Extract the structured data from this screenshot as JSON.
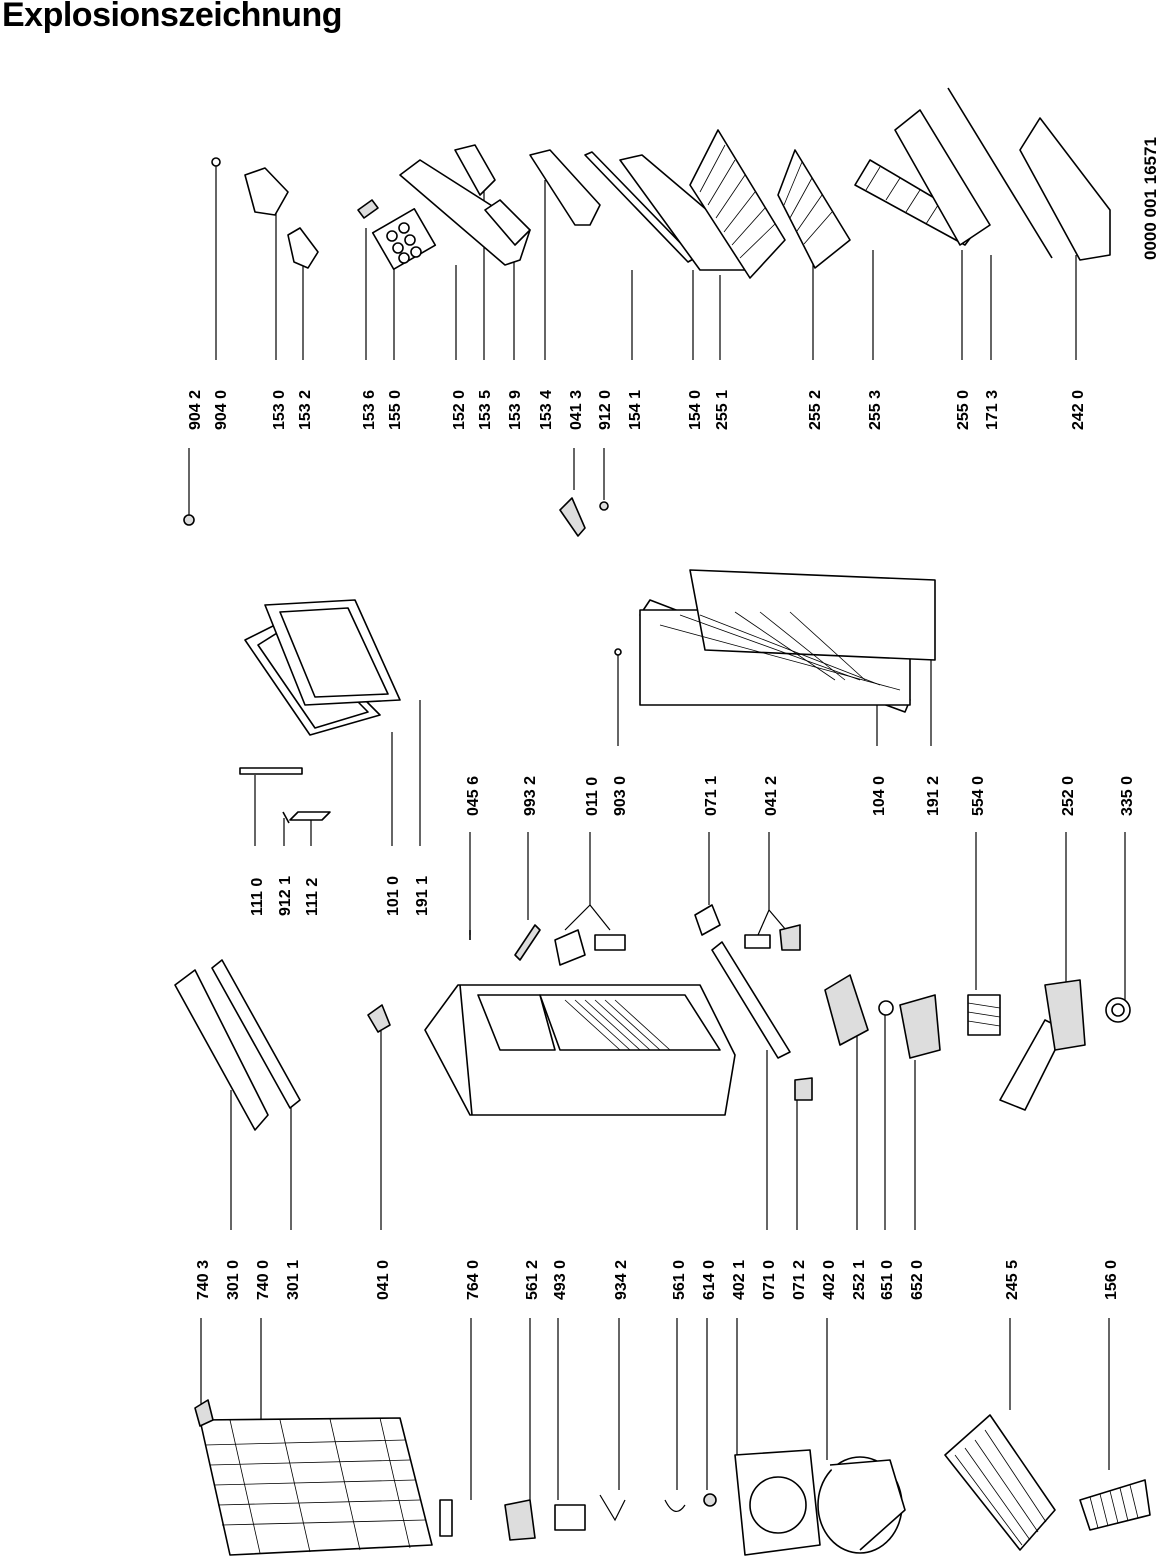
{
  "title": "Explosionszeichnung",
  "document_number": "0000 001 16571",
  "labels": [
    {
      "id": "l01",
      "text": "904 2"
    },
    {
      "id": "l02",
      "text": "904 0"
    },
    {
      "id": "l03",
      "text": "153 0"
    },
    {
      "id": "l04",
      "text": "153 2"
    },
    {
      "id": "l05",
      "text": "153 6"
    },
    {
      "id": "l06",
      "text": "155 0"
    },
    {
      "id": "l07",
      "text": "152 0"
    },
    {
      "id": "l08",
      "text": "153 5"
    },
    {
      "id": "l09",
      "text": "153 9"
    },
    {
      "id": "l10",
      "text": "153 4"
    },
    {
      "id": "l11",
      "text": "041 3"
    },
    {
      "id": "l12",
      "text": "912 0"
    },
    {
      "id": "l13",
      "text": "154 1"
    },
    {
      "id": "l14",
      "text": "154 0"
    },
    {
      "id": "l15",
      "text": "255 1"
    },
    {
      "id": "l16",
      "text": "255 2"
    },
    {
      "id": "l17",
      "text": "255 3"
    },
    {
      "id": "l18",
      "text": "255 0"
    },
    {
      "id": "l19",
      "text": "171 3"
    },
    {
      "id": "l20",
      "text": "242 0"
    },
    {
      "id": "l21",
      "text": "111 0"
    },
    {
      "id": "l22",
      "text": "912 1"
    },
    {
      "id": "l23",
      "text": "111 2"
    },
    {
      "id": "l24",
      "text": "101 0"
    },
    {
      "id": "l25",
      "text": "191 1"
    },
    {
      "id": "l26",
      "text": "045 6"
    },
    {
      "id": "l27",
      "text": "993 2"
    },
    {
      "id": "l28",
      "text": "011 0"
    },
    {
      "id": "l29",
      "text": "903 0"
    },
    {
      "id": "l30",
      "text": "071 1"
    },
    {
      "id": "l31",
      "text": "041 2"
    },
    {
      "id": "l32",
      "text": "104 0"
    },
    {
      "id": "l33",
      "text": "191 2"
    },
    {
      "id": "l34",
      "text": "554 0"
    },
    {
      "id": "l35",
      "text": "252 0"
    },
    {
      "id": "l36",
      "text": "335 0"
    },
    {
      "id": "l37",
      "text": "740 3"
    },
    {
      "id": "l38",
      "text": "301 0"
    },
    {
      "id": "l39",
      "text": "740 0"
    },
    {
      "id": "l40",
      "text": "301 1"
    },
    {
      "id": "l41",
      "text": "041 0"
    },
    {
      "id": "l42",
      "text": "764 0"
    },
    {
      "id": "l43",
      "text": "561 2"
    },
    {
      "id": "l44",
      "text": "493 0"
    },
    {
      "id": "l45",
      "text": "934 2"
    },
    {
      "id": "l46",
      "text": "561 0"
    },
    {
      "id": "l47",
      "text": "614 0"
    },
    {
      "id": "l48",
      "text": "402 1"
    },
    {
      "id": "l49",
      "text": "071 0"
    },
    {
      "id": "l50",
      "text": "071 2"
    },
    {
      "id": "l51",
      "text": "402 0"
    },
    {
      "id": "l52",
      "text": "252 1"
    },
    {
      "id": "l53",
      "text": "651 0"
    },
    {
      "id": "l54",
      "text": "652 0"
    },
    {
      "id": "l55",
      "text": "245 5"
    },
    {
      "id": "l56",
      "text": "156 0"
    }
  ]
}
